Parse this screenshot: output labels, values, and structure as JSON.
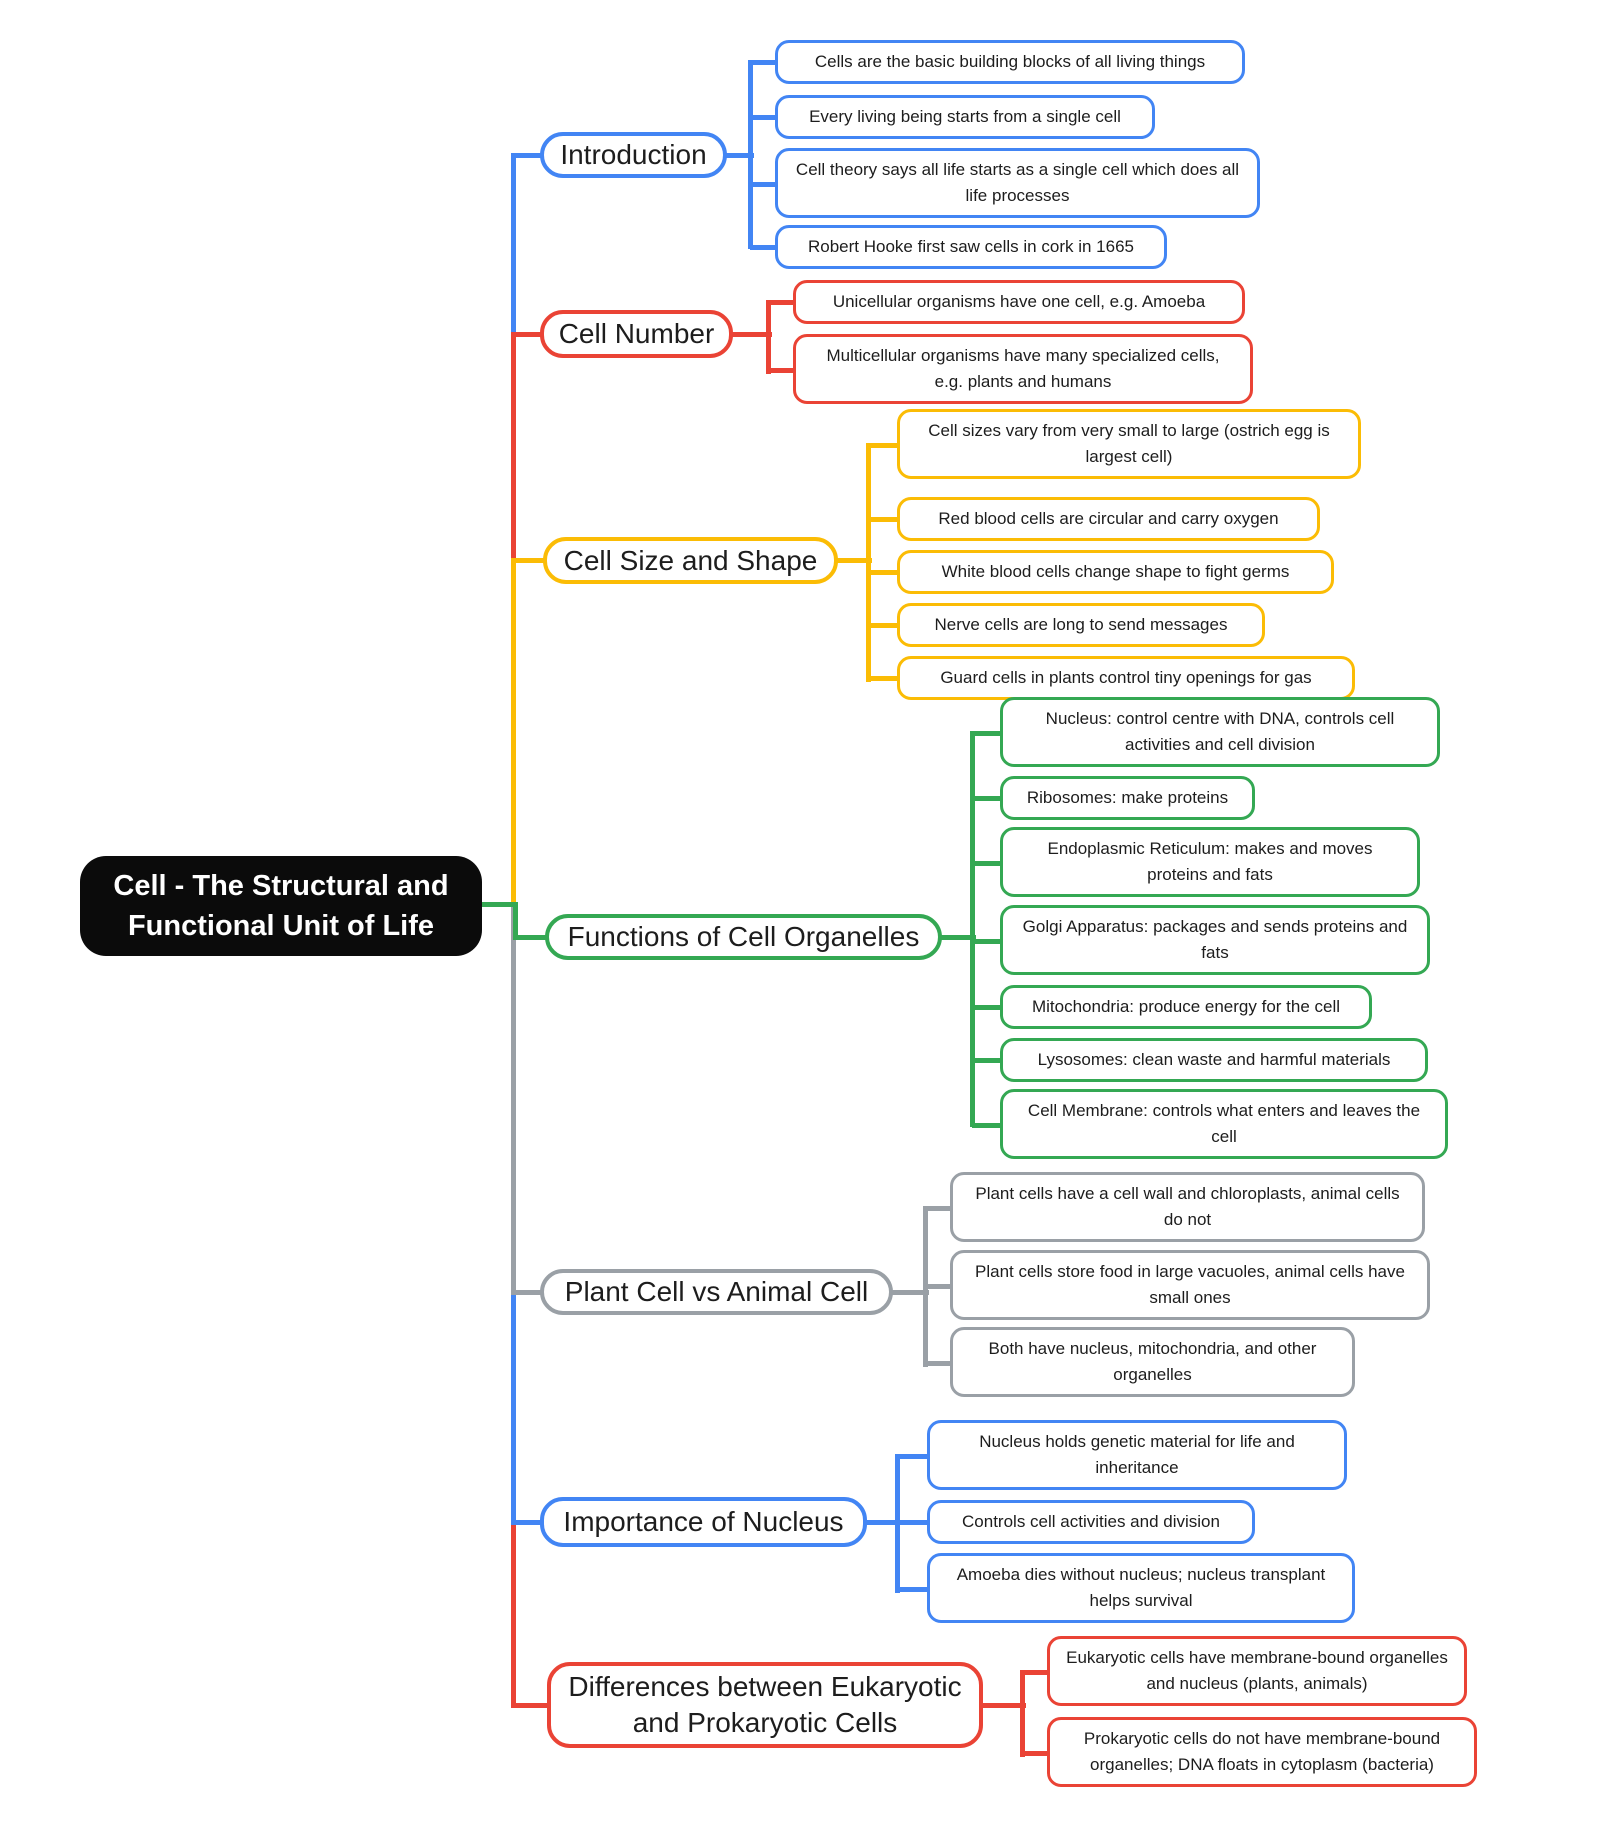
{
  "root": {
    "label": "Cell - The Structural and Functional Unit of Life"
  },
  "branches": [
    {
      "label": "Introduction",
      "color": "#4285F4",
      "children": [
        "Cells are the basic building blocks of all living things",
        "Every living being starts from a single cell",
        "Cell theory says all life starts as a single cell which does all life processes",
        "Robert Hooke first saw cells in cork in 1665"
      ]
    },
    {
      "label": "Cell Number",
      "color": "#EA4335",
      "children": [
        "Unicellular organisms have one cell, e.g. Amoeba",
        "Multicellular organisms have many specialized cells, e.g. plants and humans"
      ]
    },
    {
      "label": "Cell Size and Shape",
      "color": "#FBBC05",
      "children": [
        "Cell sizes vary from very small to large (ostrich egg is largest cell)",
        "Red blood cells are circular and carry oxygen",
        "White blood cells change shape to fight germs",
        "Nerve cells are long to send messages",
        "Guard cells in plants control tiny openings for gas"
      ]
    },
    {
      "label": "Functions of Cell Organelles",
      "color": "#34A853",
      "children": [
        "Nucleus: control centre with DNA, controls cell activities and cell division",
        "Ribosomes: make proteins",
        "Endoplasmic Reticulum: makes and moves proteins and fats",
        "Golgi Apparatus: packages and sends proteins and fats",
        "Mitochondria: produce energy for the cell",
        "Lysosomes: clean waste and harmful materials",
        "Cell Membrane: controls what enters and leaves the cell"
      ]
    },
    {
      "label": "Plant Cell vs Animal Cell",
      "color": "#9AA0A6",
      "children": [
        "Plant cells have a cell wall and chloroplasts, animal cells do not",
        "Plant cells store food in large vacuoles, animal cells have small ones",
        "Both have nucleus, mitochondria, and other organelles"
      ]
    },
    {
      "label": "Importance of Nucleus",
      "color": "#4285F4",
      "children": [
        "Nucleus holds genetic material for life and inheritance",
        "Controls cell activities and division",
        "Amoeba dies without nucleus; nucleus transplant helps survival"
      ]
    },
    {
      "label": "Differences between Eukaryotic and Prokaryotic Cells",
      "color": "#EA4335",
      "children": [
        "Eukaryotic cells have membrane-bound organelles and nucleus (plants, animals)",
        "Prokaryotic cells do not have membrane-bound organelles; DNA floats in cytoplasm (bacteria)"
      ]
    }
  ],
  "colors": {
    "background": "#FFFFFF",
    "root_background": "#0B0B0B",
    "root_text": "#FFFFFF",
    "node_text": "#1D1D1D",
    "blue": "#4285F4",
    "red": "#EA4335",
    "yellow": "#FBBC05",
    "green": "#34A853",
    "gray": "#9AA0A6"
  }
}
